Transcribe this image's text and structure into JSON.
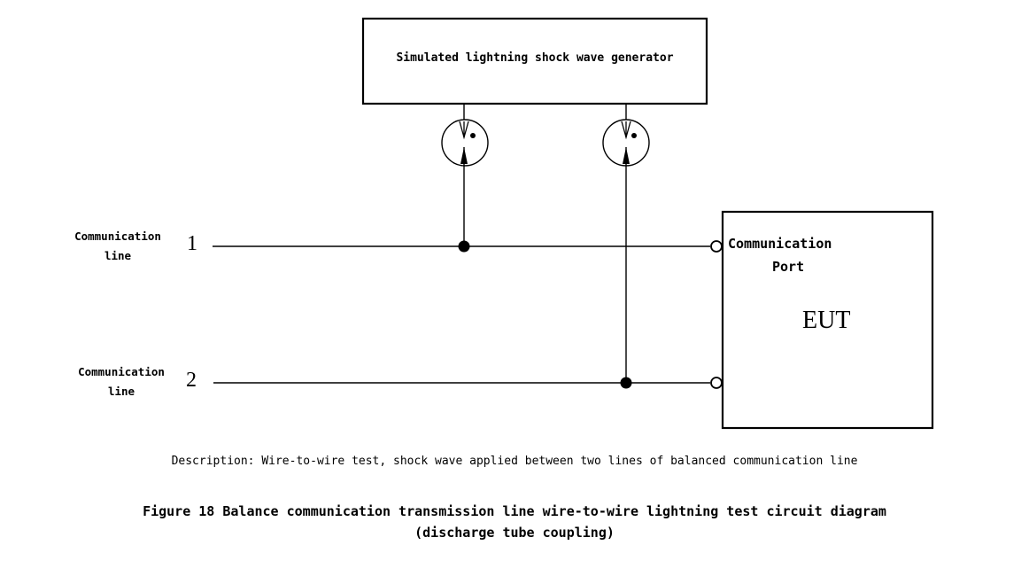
{
  "generator": {
    "label": "Simulated lightning shock wave generator"
  },
  "lines": [
    {
      "label_top": "Communication",
      "label_bottom": "line",
      "number": "1"
    },
    {
      "label_top": "Communication",
      "label_bottom": "line",
      "number": "2"
    }
  ],
  "eut": {
    "port_top": "Communication",
    "port_bottom": "Port",
    "label": "EUT"
  },
  "description": "Description: Wire-to-wire test, shock wave applied between two lines of balanced communication line",
  "caption": {
    "line1": "Figure 18 Balance communication transmission line wire-to-wire lightning test circuit diagram",
    "line2": "(discharge tube coupling)"
  }
}
